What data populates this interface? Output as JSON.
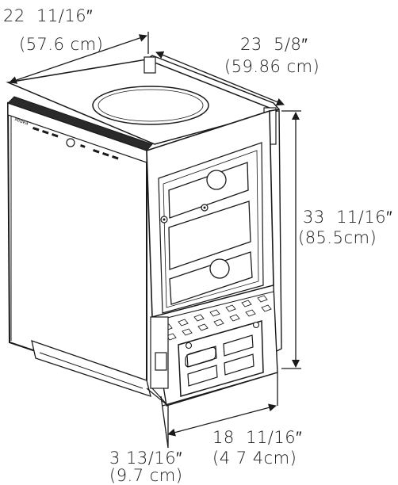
{
  "dimensions": {
    "width_in": "22  11/16″",
    "width_cm": "(57.6 cm)",
    "depth_in": "23  5/8″",
    "depth_cm": "(59.86 cm)",
    "height_in": "33  11/16″",
    "height_cm": "(85.5cm)",
    "toe_depth_in": "18  11/16″",
    "toe_depth_cm": "(4 7 4cm)",
    "toe_height_in": "3 13/16″",
    "toe_height_cm": "(9.7 cm)"
  },
  "brand_text": "Midea",
  "colors": {
    "line": "#1a1a1a",
    "panel_face": "#ffffff",
    "console": "#2a2a2a"
  }
}
